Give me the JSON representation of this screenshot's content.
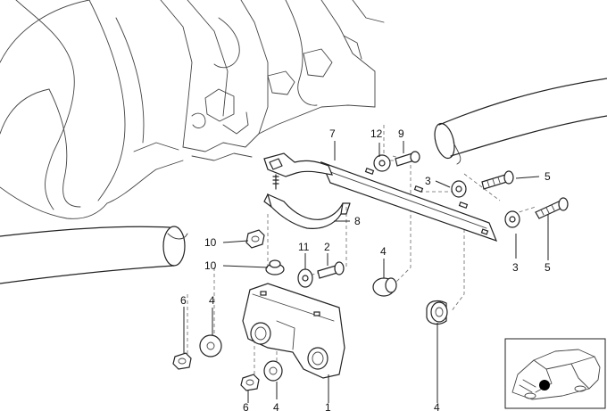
{
  "diagram": {
    "callouts": {
      "c1": "1",
      "c2": "2",
      "c3a": "3",
      "c3b": "3",
      "c4a": "4",
      "c4b": "4",
      "c4c": "4",
      "c4d": "4",
      "c5a": "5",
      "c5b": "5",
      "c6a": "6",
      "c6b": "6",
      "c7": "7",
      "c8": "8",
      "c9": "9",
      "c10a": "10",
      "c10b": "10",
      "c11": "11",
      "c12": "12"
    },
    "inset": {
      "marker_color": "#000000"
    }
  }
}
